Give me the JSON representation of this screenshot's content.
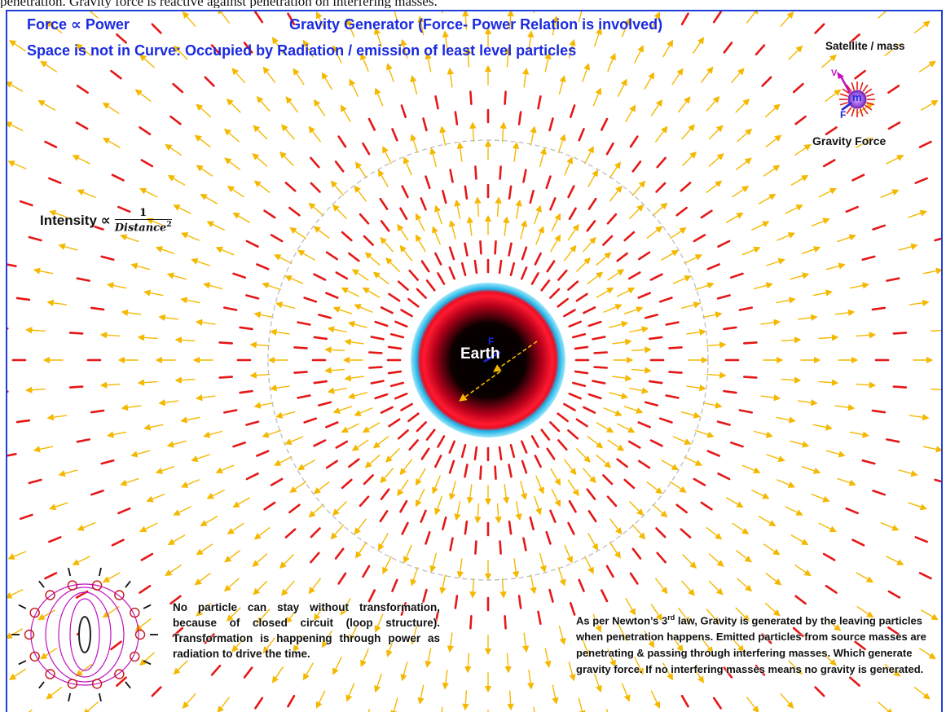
{
  "caption": "penetration. Gravity force is reactive against penetration on interfering masses.",
  "header": {
    "left_title": "Force ∝ Power",
    "center_title": "Gravity Generator (Force- Power Relation is involved)",
    "subtitle": "Space is not in Curve: Occupied by Radiation  / emission of least level particles"
  },
  "satellite": {
    "label": "Satellite / mass",
    "mass_symbol": "m",
    "velocity_symbol": "V",
    "force_symbol": "F",
    "force_label": "Gravity Force"
  },
  "intensity": {
    "label": "Intensity ∝",
    "numerator": "1",
    "denominator": "Distance",
    "exponent": "2"
  },
  "earth": {
    "label": "Earth",
    "force_symbol": "F"
  },
  "notes": {
    "left_paragraph": "No particle can stay without transformation, because of closed circuit (loop structure). Transformation is happening through power as radiation to drive the time.",
    "right_line1_before": "As per Newton’s 3",
    "right_line1_sup": "rd",
    "right_line1_after": " law, Gravity is generated by the",
    "right_rest": "leaving particles when penetration happens. Emitted particles from source masses are penetrating & passing through interfering masses. Which generate gravity force. If no interfering masses means no gravity is generated."
  },
  "colors": {
    "frame": "#1f3fd8",
    "title_text": "#1a2ae0",
    "arrow_red": "#e51717",
    "arrow_yellow": "#f5b800",
    "earth_core": "#000000",
    "earth_ring": "#e8152a",
    "earth_halo": "#35c6ee",
    "magenta": "#c010c0"
  }
}
